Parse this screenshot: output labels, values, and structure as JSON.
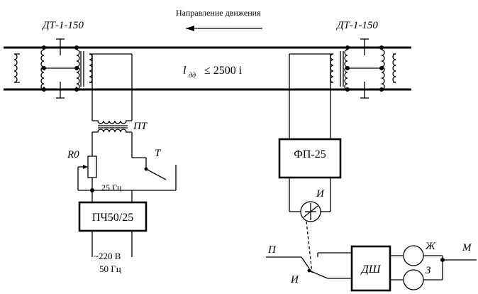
{
  "direction_label": "Направление движения",
  "left_joint_label": "ДТ-1-150",
  "right_joint_label": "ДТ-1-150",
  "length_formula": "l дд ≤ 2500 i",
  "length_formula_parts": {
    "main": "l",
    "sub": "дд",
    "rest": "≤ 2500 i"
  },
  "track_transformer_label": "ПТ",
  "resistor_label": "R0",
  "contact_T_label": "Т",
  "freq_25_label": "25 Гц",
  "converter_label": "ПЧ50/25",
  "supply_voltage_label": "~220 В",
  "supply_freq_label": "50 Гц",
  "filter_label": "ФП-25",
  "relay_I_label": "И",
  "contact_I_label": "И",
  "contact_P_label": "П",
  "decoder_label": "ДШ",
  "lamp_Zh_label": "Ж",
  "lamp_Z_label": "З",
  "output_M_label": "М"
}
